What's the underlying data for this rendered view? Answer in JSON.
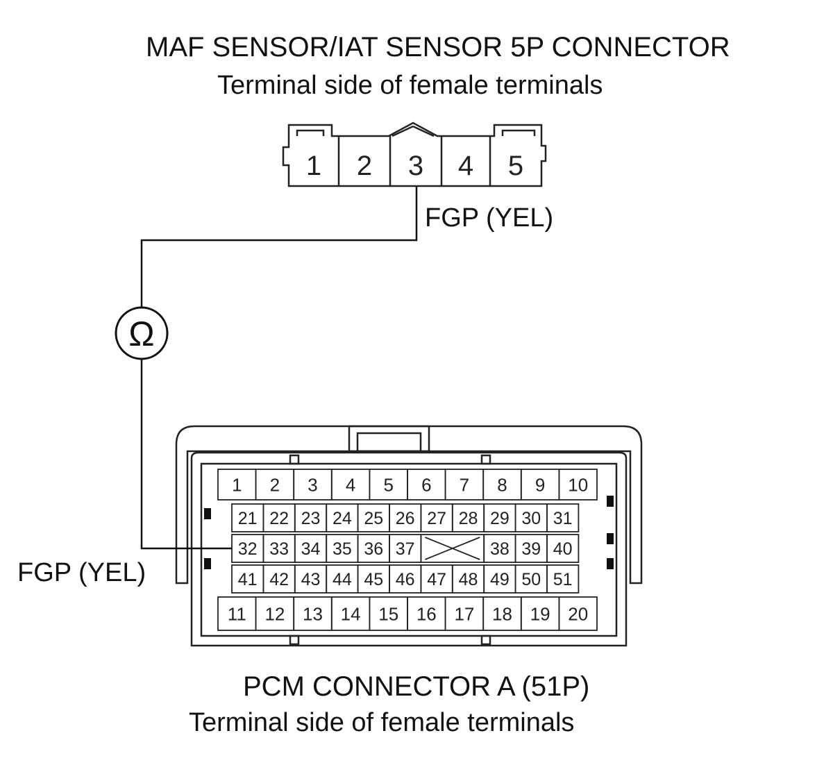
{
  "top_connector": {
    "title": "MAF SENSOR/IAT SENSOR 5P CONNECTOR",
    "subtitle": "Terminal side of female terminals",
    "terminals": [
      "1",
      "2",
      "3",
      "4",
      "5"
    ],
    "wire_label": "FGP (YEL)"
  },
  "meter": {
    "symbol": "Ω"
  },
  "bottom_connector": {
    "title": "PCM CONNECTOR A (51P)",
    "subtitle": "Terminal side of female terminals",
    "wire_label": "FGP (YEL)",
    "rows": [
      [
        "1",
        "2",
        "3",
        "4",
        "5",
        "6",
        "7",
        "8",
        "9",
        "10"
      ],
      [
        "21",
        "22",
        "23",
        "24",
        "25",
        "26",
        "27",
        "28",
        "29",
        "30",
        "31"
      ],
      [
        "32",
        "33",
        "34",
        "35",
        "36",
        "37",
        "",
        "38",
        "39",
        "40"
      ],
      [
        "41",
        "42",
        "43",
        "44",
        "45",
        "46",
        "47",
        "48",
        "49",
        "50",
        "51"
      ],
      [
        "11",
        "12",
        "13",
        "14",
        "15",
        "16",
        "17",
        "18",
        "19",
        "20"
      ]
    ]
  }
}
